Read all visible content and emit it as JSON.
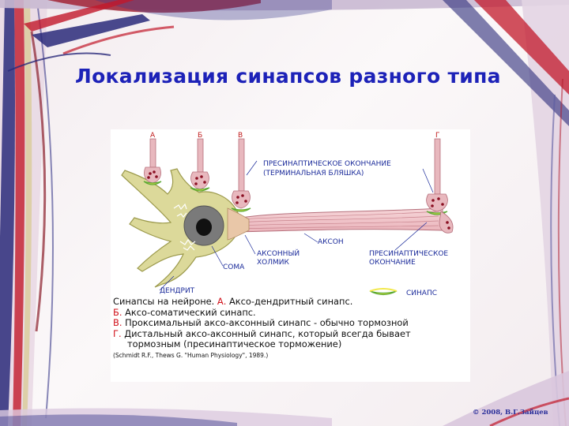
{
  "slide": {
    "title": "Локализация синапсов разного типа",
    "copyright": "© 2008, В.Г.Зайцев"
  },
  "figure": {
    "terminal_labels": [
      "А",
      "Б",
      "В",
      "Г"
    ],
    "labels": {
      "presynaptic_terminal_1": "ПРЕСИНАПТИЧЕСКОЕ ОКОНЧАНИЕ",
      "presynaptic_terminal_2": "(ТЕРМИНАЛЬНАЯ БЛЯШКА)",
      "axon": "АКСОН",
      "axon_hillock_1": "АКСОННЫЙ",
      "axon_hillock_2": "ХОЛМИК",
      "soma": "СОМА",
      "dendrite": "ДЕНДРИТ",
      "presynaptic_end_1": "ПРЕСИНАПТИЧЕСКОЕ",
      "presynaptic_end_2": "ОКОНЧАНИЕ",
      "synapse_legend": "СИНАПС"
    },
    "colors": {
      "neuron_fill": "#dcd99a",
      "axon_fill": "#f3c8cc",
      "terminal_fill": "#e8b8be",
      "vesicle": "#8a0f22",
      "synapse_yellow": "#f2e84a",
      "synapse_green": "#5aa832",
      "nucleus": "#7a7a7a"
    }
  },
  "caption": {
    "l1_prefix": "Синапсы на нейроне.",
    "l1_letter": "А.",
    "l1_text": "Аксо-дендритный синапс.",
    "l2_letter": "Б.",
    "l2_text": "Аксо-соматический синапс.",
    "l3_letter": "В.",
    "l3_text": "Проксимальный аксо-аксонный синапс - обычно тормозной",
    "l4_letter": "Г.",
    "l4_text": "Дистальный аксо-аксонный синапс, который всегда бывает",
    "l5_text": "тормозным   (пресинаптическое торможение)",
    "reference": "(Schmidt R.F., Thews G. \"Human Physiology\", 1989.)"
  }
}
